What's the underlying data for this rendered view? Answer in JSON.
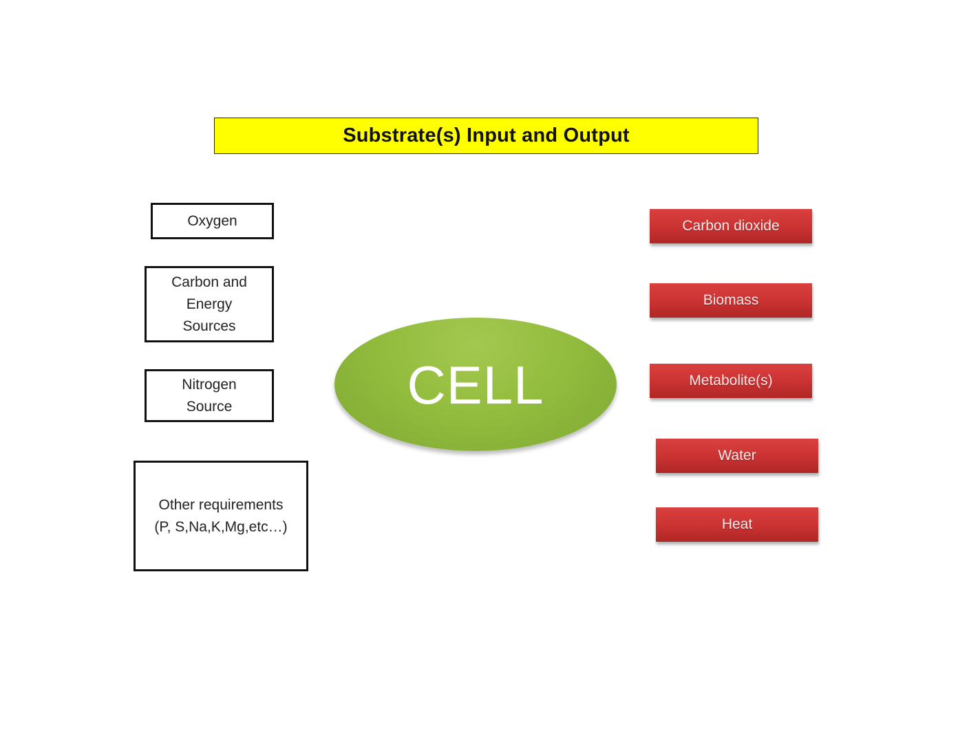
{
  "title": "Substrate(s) Input and Output",
  "center": {
    "label": "CELL",
    "color": "#93bd3e"
  },
  "inputs": [
    {
      "label": "Oxygen"
    },
    {
      "label": "Carbon and\nEnergy\nSources"
    },
    {
      "label": "Nitrogen\nSource"
    },
    {
      "label": "Other requirements\n(P, S,Na,K,Mg,etc…)"
    }
  ],
  "outputs": [
    {
      "label": "Carbon dioxide"
    },
    {
      "label": "Biomass"
    },
    {
      "label": "Metabolite(s)"
    },
    {
      "label": "Water"
    },
    {
      "label": "Heat"
    }
  ],
  "colors": {
    "title_background": "#ffff00",
    "output_box": "#cc3333",
    "input_border": "#111111"
  }
}
